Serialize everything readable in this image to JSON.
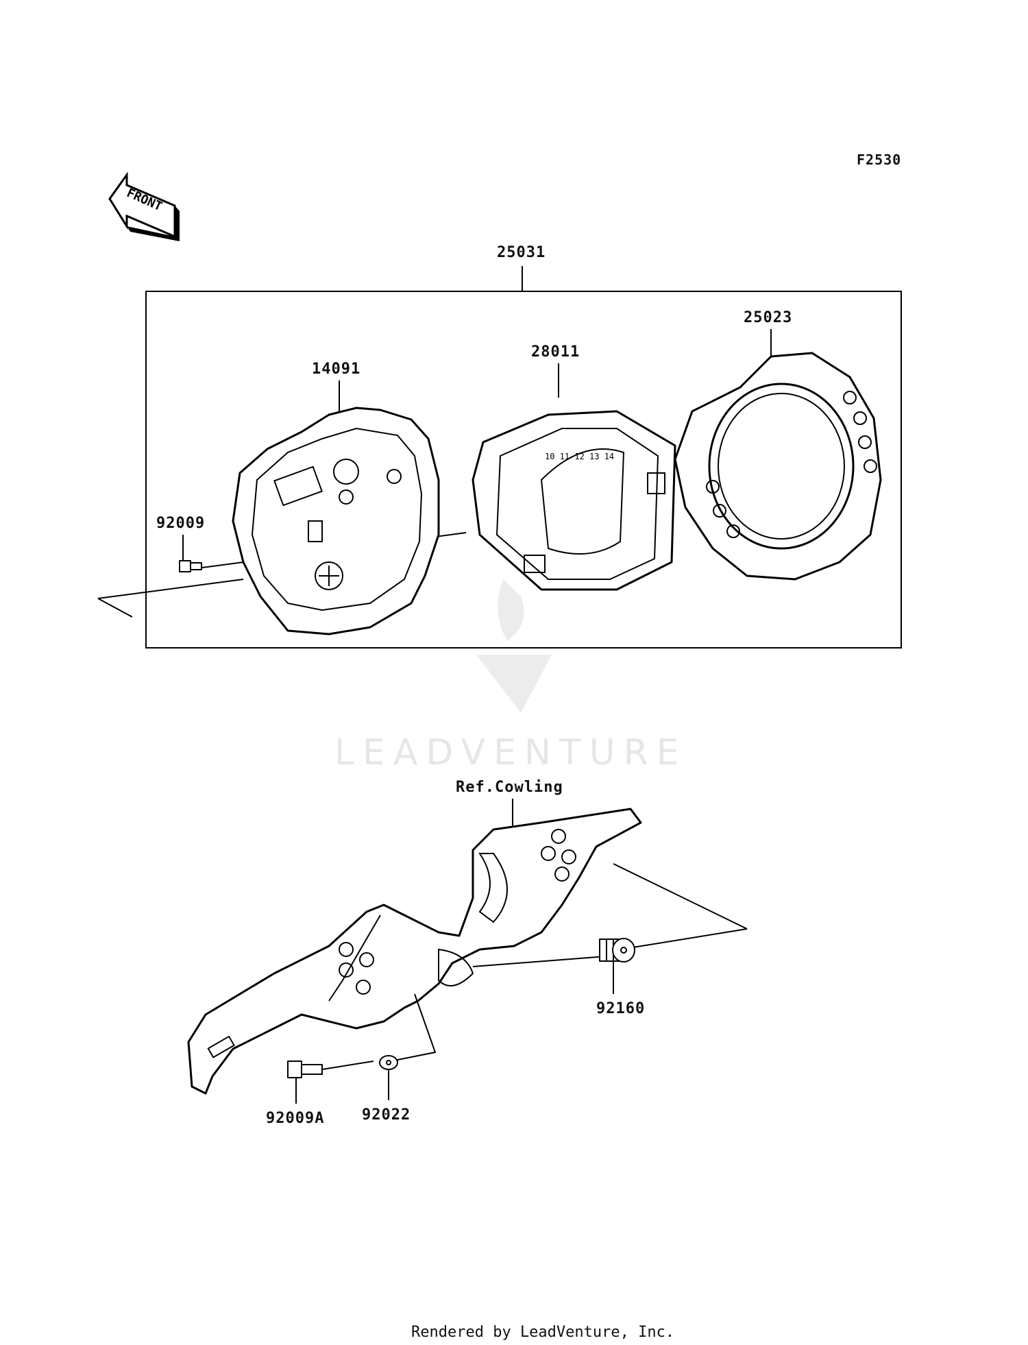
{
  "diagram_code": "F2530",
  "front_arrow_text": "FRONT",
  "watermark": "LEADVENTURE",
  "footer": "Rendered by LeadVenture, Inc.",
  "parts": {
    "meter_assembly": "25031",
    "case_lower": "14091",
    "meter_unit": "28011",
    "case_upper": "25023",
    "screw_top": "92009",
    "cowling_ref": "Ref.Cowling",
    "damper": "92160",
    "screw_bottom": "92009A",
    "washer": "92022"
  }
}
